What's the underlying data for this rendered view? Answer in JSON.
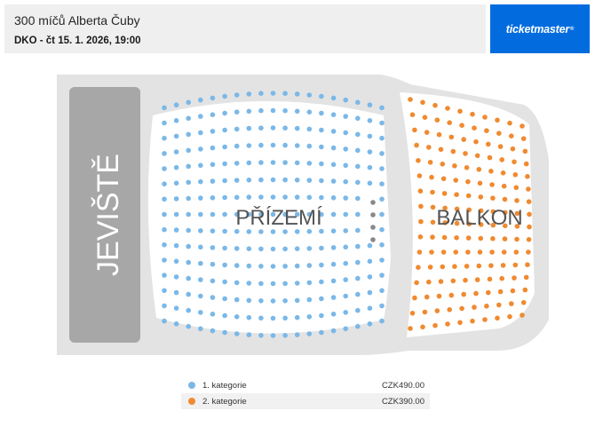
{
  "header": {
    "title": "300 míčů Alberta Čuby",
    "subtitle": "DKO - čt 15. 1. 2026, 19:00",
    "brand": "ticketmaster",
    "brand_mark": "®",
    "brand_color": "#026cdf"
  },
  "seatmap": {
    "stage_label": "JEVIŠTĚ",
    "sections": [
      {
        "label": "PŘÍZEMÍ",
        "color": "#7ab8e8"
      },
      {
        "label": "BALKON",
        "color": "#f08a30"
      }
    ],
    "unavailable_color": "#888888"
  },
  "legend": [
    {
      "label": "1. kategorie",
      "price": "CZK490.00",
      "color": "#7ab8e8"
    },
    {
      "label": "2. kategorie",
      "price": "CZK390.00",
      "color": "#f08a30"
    }
  ]
}
